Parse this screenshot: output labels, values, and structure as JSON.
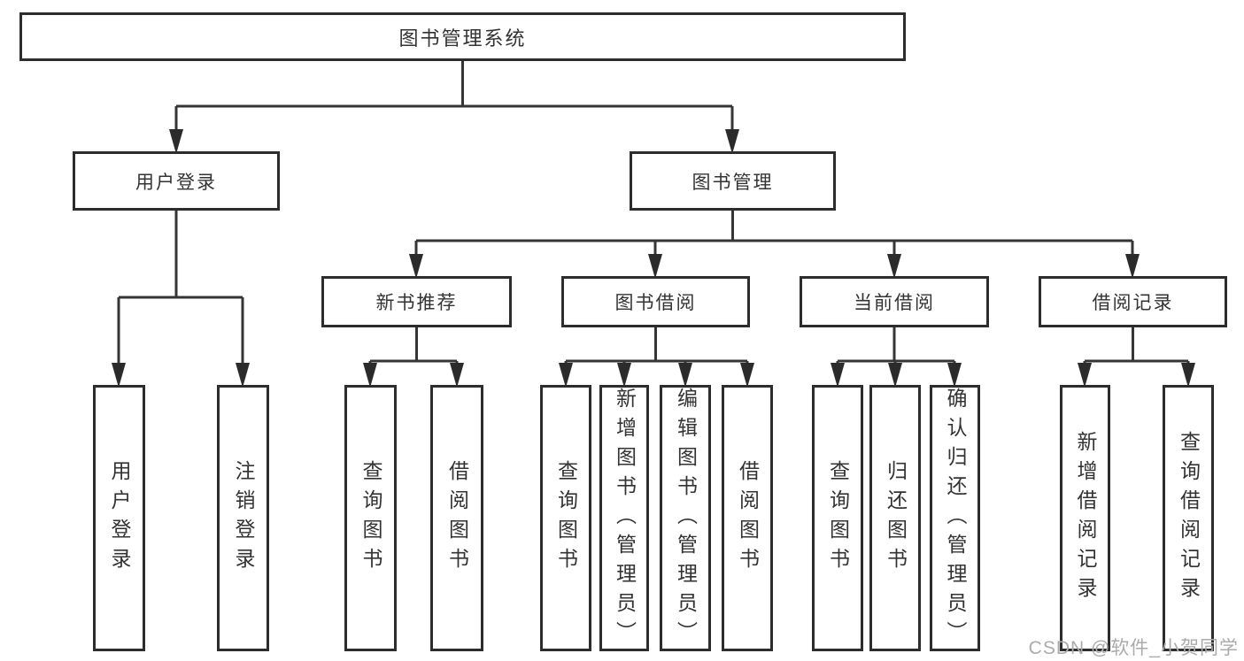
{
  "diagram": {
    "title_node": "图书管理系统",
    "watermark": "CSDN @软件_小贺同学",
    "nodes": {
      "root": "图书管理系统",
      "user_login": "用户登录",
      "book_mgmt": "图书管理",
      "new_book_rec": "新书推荐",
      "book_borrow": "图书借阅",
      "current_borrow": "当前借阅",
      "borrow_records": "借阅记录",
      "leaf_user_login": "用户登录",
      "leaf_logout": "注销登录",
      "leaf_query_books_rec": "查询图书",
      "leaf_borrow_books_rec": "借阅图书",
      "leaf_query_books_borrow": "查询图书",
      "leaf_add_books_admin": "新增图书（管理员）",
      "leaf_edit_books_admin": "编辑图书（管理员）",
      "leaf_borrow_books_borrow": "借阅图书",
      "leaf_query_books_current": "查询图书",
      "leaf_return_books": "归还图书",
      "leaf_confirm_return_admin": "确认归还（管理员）",
      "leaf_add_borrow_record": "新增借阅记录",
      "leaf_query_borrow_record": "查询借阅记录"
    },
    "edges": [
      [
        "root",
        "user_login"
      ],
      [
        "root",
        "book_mgmt"
      ],
      [
        "user_login",
        "leaf_user_login"
      ],
      [
        "user_login",
        "leaf_logout"
      ],
      [
        "book_mgmt",
        "new_book_rec"
      ],
      [
        "book_mgmt",
        "book_borrow"
      ],
      [
        "book_mgmt",
        "current_borrow"
      ],
      [
        "book_mgmt",
        "borrow_records"
      ],
      [
        "new_book_rec",
        "leaf_query_books_rec"
      ],
      [
        "new_book_rec",
        "leaf_borrow_books_rec"
      ],
      [
        "book_borrow",
        "leaf_query_books_borrow"
      ],
      [
        "book_borrow",
        "leaf_add_books_admin"
      ],
      [
        "book_borrow",
        "leaf_edit_books_admin"
      ],
      [
        "book_borrow",
        "leaf_borrow_books_borrow"
      ],
      [
        "current_borrow",
        "leaf_query_books_current"
      ],
      [
        "current_borrow",
        "leaf_return_books"
      ],
      [
        "current_borrow",
        "leaf_confirm_return_admin"
      ],
      [
        "borrow_records",
        "leaf_add_borrow_record"
      ],
      [
        "borrow_records",
        "leaf_query_borrow_record"
      ]
    ],
    "colors": {
      "line": "#353535",
      "border": "#2d2d2d",
      "text": "#333333",
      "watermark": "#ababab",
      "background": "#ffffff"
    }
  }
}
